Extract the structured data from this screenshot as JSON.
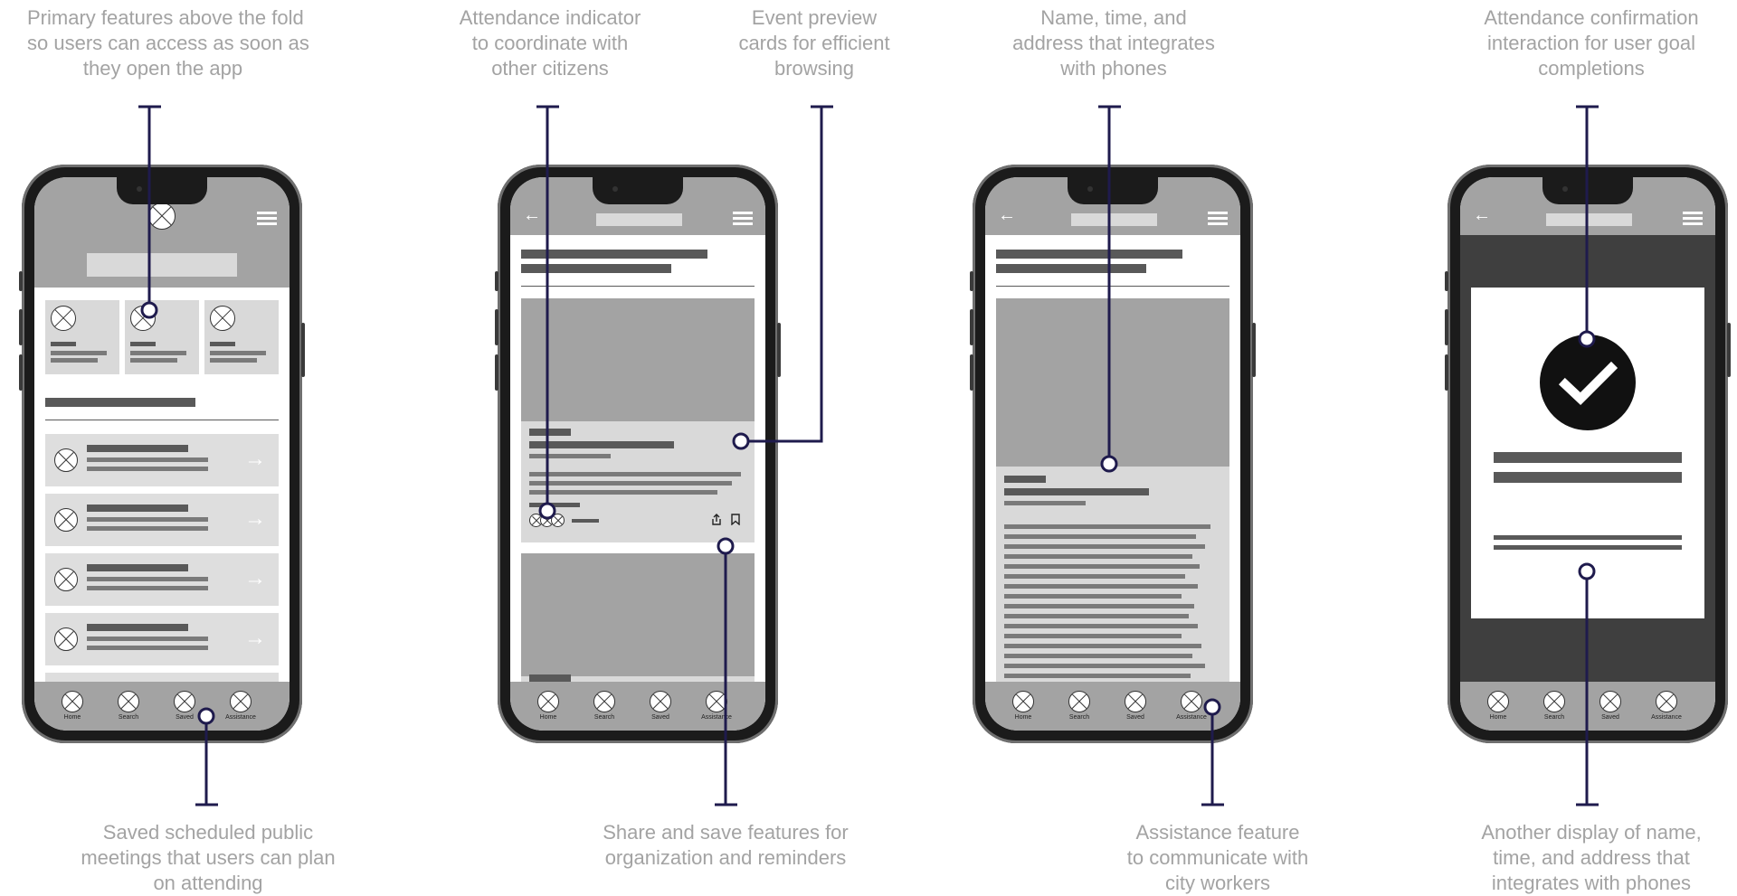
{
  "annotations": {
    "primary_features": [
      "Primary features above the fold",
      "so users can access as soon as",
      "they open the app"
    ],
    "attendance_indicator": [
      "Attendance indicator",
      "to coordinate with",
      "other citizens"
    ],
    "event_preview": [
      "Event preview",
      "cards for efficient",
      "browsing"
    ],
    "name_time_address": [
      "Name, time, and",
      "address that integrates",
      "with phones"
    ],
    "attendance_confirmation": [
      "Attendance confirmation",
      "interaction for user goal",
      "completions"
    ],
    "saved_meetings": [
      "Saved scheduled public",
      "meetings that users can plan",
      "on attending"
    ],
    "share_save": [
      "Share and save features for",
      "organization and reminders"
    ],
    "assistance_feature": [
      "Assistance feature",
      "to communicate with",
      "city workers"
    ],
    "another_display": [
      "Another display of name,",
      "time, and address that",
      "integrates with phones"
    ]
  },
  "tabs": [
    "Home",
    "Search",
    "Saved",
    "Assistance"
  ],
  "colors": {
    "leader_line": "#1f1b4d",
    "annotation_text": "#a3a3a3",
    "phone_body": "#1b1b1b",
    "placeholder_mid": "#a3a3a3",
    "placeholder_light": "#d9d9d9",
    "placeholder_dark": "#595959",
    "modal_backdrop": "#3f3f3f",
    "check_circle": "#111111"
  },
  "icons": [
    "image-placeholder-icon",
    "menu-icon",
    "back-arrow-icon",
    "forward-arrow-icon",
    "share-icon",
    "bookmark-icon",
    "checkmark-icon"
  ]
}
